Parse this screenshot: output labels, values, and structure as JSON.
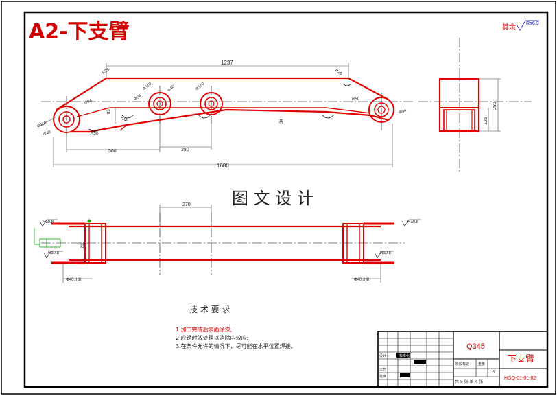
{
  "title": "A2-下支臂",
  "surface_note": "其余",
  "surface_roughness": "Ra6.3",
  "watermark": "图 文 设 计",
  "dims": {
    "top_length": "1237",
    "overall_length": "1680",
    "base_length": "500",
    "mid_length": "280",
    "inner_height": "85",
    "right_height": "34",
    "section_height": "280",
    "section_inner": "125",
    "bottom_length": "270",
    "bottom_height": "210",
    "roughness_left_top": "Ra0.8",
    "roughness_right_top": "Ra0.8",
    "roughness_left_bot": "Ra0.8",
    "roughness_right_bot": "Ra0.8",
    "bore_left": "Φ40↓H8",
    "bore_right": "Φ40↓H8",
    "hole_1": "Φ110",
    "hole_2": "Φ40",
    "hole_3": "Φ110",
    "hole_4": "Φ40",
    "hole_5": "Φ94",
    "hole_6": "Φ94",
    "hole_7": "Φ110",
    "hole_8": "Φ94",
    "radius_1": "R25",
    "radius_2": "R25",
    "radius_3": "R60",
    "radius_4": "R50",
    "radius_5": "R50"
  },
  "tech_title": "技 术 要 求",
  "tech_notes": [
    "1.加工完成后表面涂漆;",
    "2.应经时效处理以消除内效应;",
    "3.在条件允许的情况下，尽可能在水平位置焊接。"
  ],
  "title_block": {
    "material": "Q345",
    "part_name": "下支臂",
    "drawing_no": "HGQ-01-01-02",
    "scale": "1:5",
    "sheet_info": "共 5 张  第 4 张",
    "stage_label": "阶段标记",
    "weight_label": "重量",
    "designer_label": "设计",
    "standard_label": "标准化",
    "approve_label": "批准",
    "process_label": "工艺"
  }
}
